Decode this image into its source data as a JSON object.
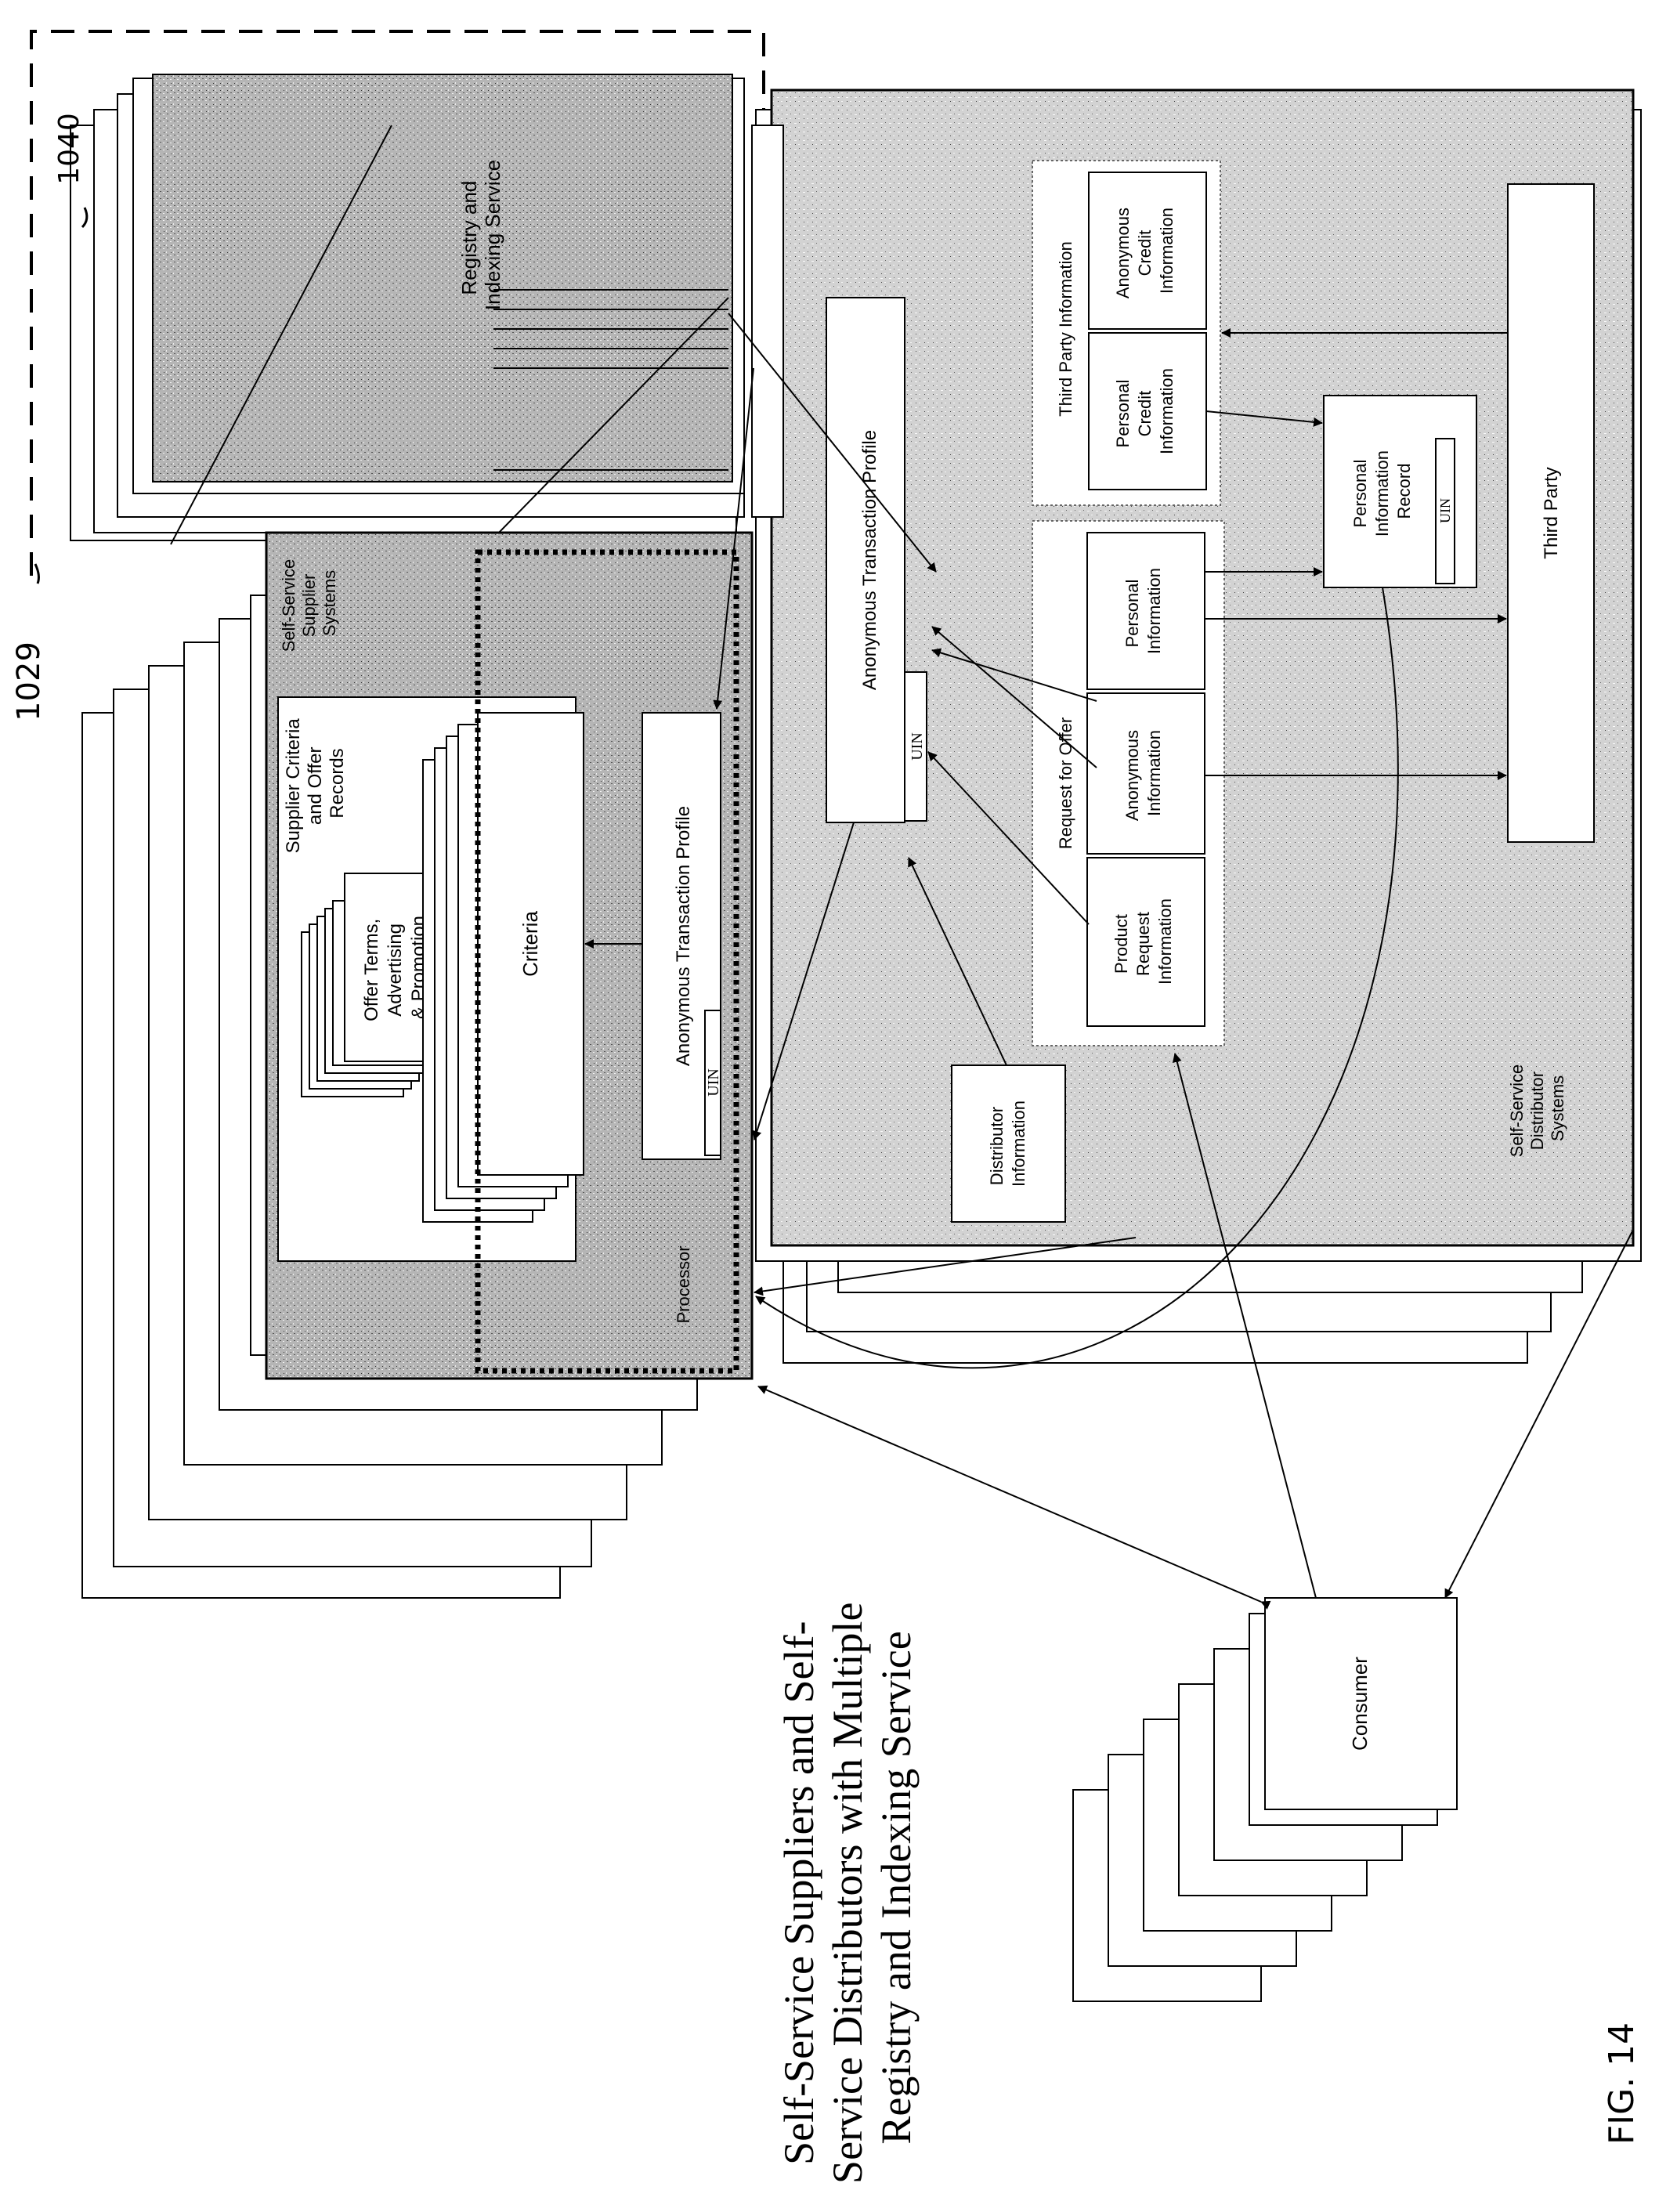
{
  "figure": {
    "title_lines": [
      "Self-Service Suppliers and Self-",
      "Service Distributors with Multiple",
      "Registry and Indexing Service"
    ],
    "fig_label": "FIG. 14",
    "ref_1029": "1029",
    "ref_1040": "1040"
  },
  "registry": {
    "label_lines": [
      "Registry and",
      "Indexing Service"
    ]
  },
  "supplier": {
    "system_lines": [
      "Self-Service",
      "Supplier",
      "Systems"
    ],
    "records_lines": [
      "Supplier Criteria",
      "and  Offer",
      "Records"
    ],
    "offer_lines": [
      "Offer Terms,",
      "Advertising",
      "& Promotion"
    ],
    "criteria": "Criteria",
    "atp": "Anonymous Transaction  Profile",
    "uin": "UIN",
    "processor": "Processor"
  },
  "distributor": {
    "atp": "Anonymous Transaction Profile",
    "uin": "UIN",
    "third_party_info": "Third Party Information",
    "personal_credit_lines": [
      "Personal",
      "Credit",
      "Information"
    ],
    "anonymous_credit_lines": [
      "Anonymous",
      "Credit",
      "Information"
    ],
    "request_for_offer": "Request for Offer",
    "product_request_lines": [
      "Product",
      "Request",
      "Information"
    ],
    "anonymous_info_lines": [
      "Anonymous",
      "Information"
    ],
    "personal_info_lines": [
      "Personal",
      "Information"
    ],
    "pir_lines": [
      "Personal",
      "Information",
      "Record"
    ],
    "pir_uin": "UIN",
    "third_party": "Third Party",
    "distributor_info_lines": [
      "Distributor",
      "Information"
    ],
    "system_lines": [
      "Self-Service",
      "Distributor",
      "Systems"
    ]
  },
  "consumer": {
    "label": "Consumer"
  }
}
